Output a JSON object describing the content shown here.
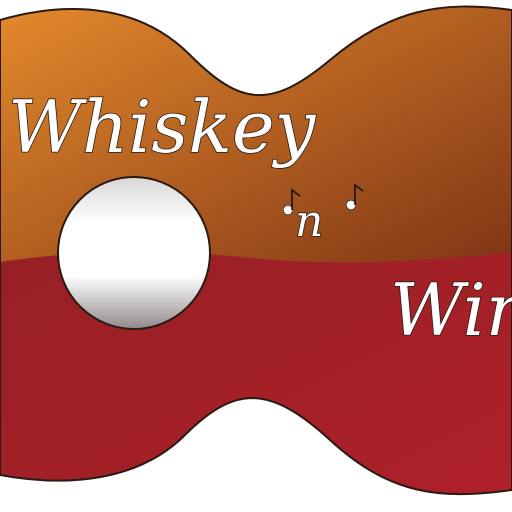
{
  "logo": {
    "word_top": "Whiskey",
    "connector": "n",
    "word_bottom": "Win",
    "colors": {
      "top_light": "#e58a2c",
      "top_dark": "#7e3415",
      "bottom_light": "#9a1f24",
      "bottom_dark": "#b0202a",
      "sound_hole_light": "#ffffff",
      "sound_hole_shade": "#9a8f8f",
      "outline": "#2a1a14"
    },
    "icons": [
      "guitar-body-icon",
      "sound-hole-icon",
      "music-note-icon"
    ]
  }
}
